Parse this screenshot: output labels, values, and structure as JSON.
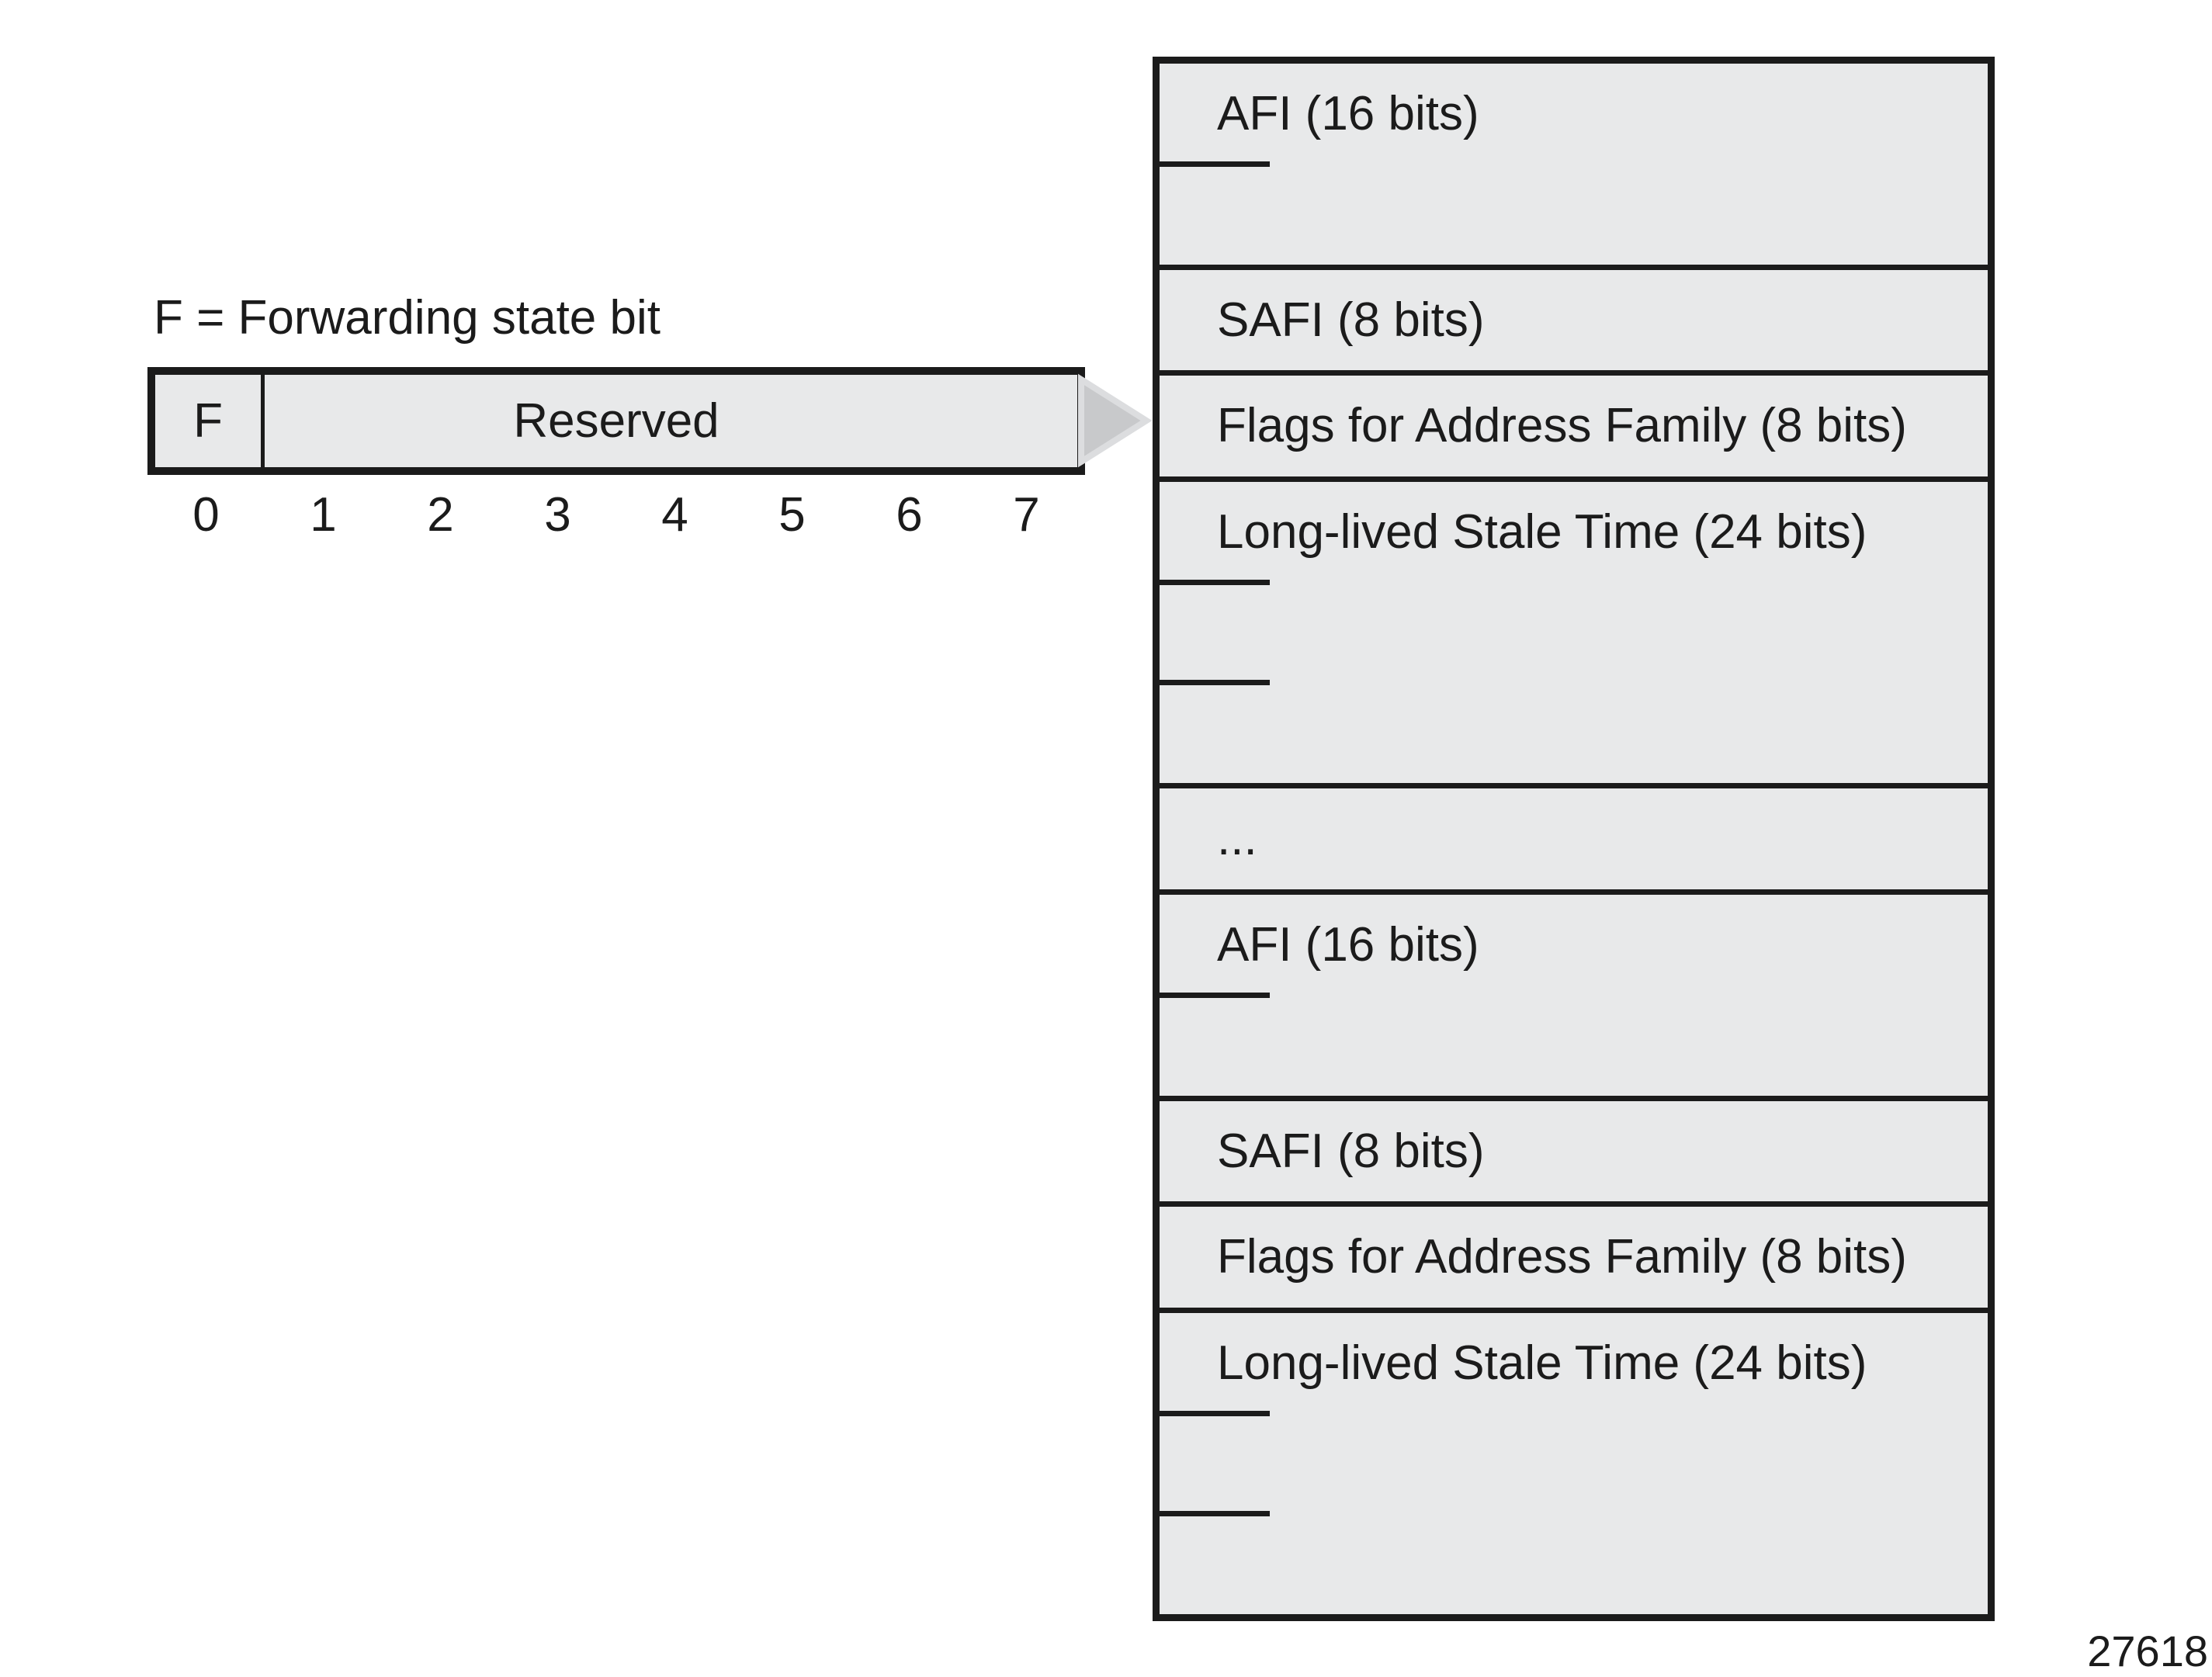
{
  "figure": {
    "legend": "F = Forwarding state bit",
    "figure_number": "27618"
  },
  "bitfield": {
    "f_label": "F",
    "reserved_label": "Reserved",
    "bit_labels": [
      "0",
      "1",
      "2",
      "3",
      "4",
      "5",
      "6",
      "7"
    ]
  },
  "table": {
    "rows": [
      {
        "label": "AFI (16 bits)",
        "bytes": 2
      },
      {
        "label": "SAFI (8 bits)",
        "bytes": 1
      },
      {
        "label": "Flags for Address Family (8 bits)",
        "bytes": 1
      },
      {
        "label": "Long-lived Stale Time (24 bits)",
        "bytes": 3
      },
      {
        "label": "...",
        "bytes": 1
      },
      {
        "label": "AFI (16 bits)",
        "bytes": 2
      },
      {
        "label": "SAFI (8 bits)",
        "bytes": 1
      },
      {
        "label": "Flags for Address Family (8 bits)",
        "bytes": 1
      },
      {
        "label": "Long-lived Stale Time (24 bits)",
        "bytes": 3
      }
    ]
  },
  "colors": {
    "fill": "#e8e9ea",
    "line": "#1b1b1b",
    "arrow_fill": "#c8c9cb",
    "arrow_edge": "#dcdddf"
  }
}
